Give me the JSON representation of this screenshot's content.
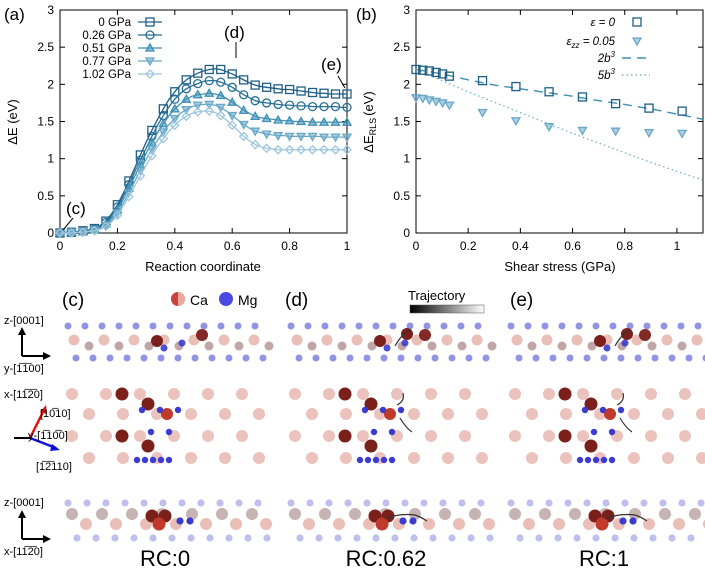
{
  "panels": {
    "a": "(a)",
    "b": "(b)",
    "c": "(c)",
    "d": "(d)",
    "e": "(e)"
  },
  "colors": {
    "s0": "#1f5f86",
    "s1": "#256f97",
    "s2": "#3f8fb5",
    "s3": "#6aa8c8",
    "s4": "#9ec6dd",
    "ca_dark": "#7a1f1a",
    "ca_light": "#e8b8b0",
    "mg": "#3b3bd0",
    "mg_light": "#b8b8ee"
  },
  "chart_data": [
    {
      "type": "line",
      "xlabel": "Reaction coordinate",
      "ylabel": "ΔE (eV)",
      "xlim": [
        0,
        1
      ],
      "ylim": [
        0,
        3
      ],
      "xticks": [
        "0",
        "0.2",
        "0.4",
        "0.6",
        "0.8",
        "1"
      ],
      "yticks": [
        "0",
        "0.5",
        "1",
        "1.5",
        "2",
        "2.5",
        "3"
      ],
      "legend_position": "top-left",
      "annotations": [
        {
          "label": "(c)",
          "x": 0.0,
          "y": 0.0
        },
        {
          "label": "(d)",
          "x": 0.62,
          "y": 2.2
        },
        {
          "label": "(e)",
          "x": 1.0,
          "y": 1.87
        }
      ],
      "x": [
        0,
        0.02,
        0.04,
        0.06,
        0.08,
        0.1,
        0.12,
        0.14,
        0.16,
        0.18,
        0.2,
        0.22,
        0.24,
        0.26,
        0.28,
        0.3,
        0.32,
        0.34,
        0.36,
        0.38,
        0.4,
        0.42,
        0.44,
        0.46,
        0.48,
        0.5,
        0.52,
        0.54,
        0.56,
        0.58,
        0.6,
        0.62,
        0.64,
        0.66,
        0.68,
        0.7,
        0.72,
        0.74,
        0.76,
        0.78,
        0.8,
        0.82,
        0.84,
        0.86,
        0.88,
        0.9,
        0.92,
        0.94,
        0.96,
        0.98,
        1.0
      ],
      "series": [
        {
          "name": "0 GPa",
          "marker": "square",
          "values": [
            0,
            0.01,
            0.01,
            0.02,
            0.03,
            0.04,
            0.06,
            0.1,
            0.16,
            0.26,
            0.38,
            0.53,
            0.7,
            0.87,
            1.05,
            1.22,
            1.38,
            1.53,
            1.67,
            1.8,
            1.9,
            1.99,
            2.06,
            2.11,
            2.15,
            2.18,
            2.2,
            2.21,
            2.2,
            2.17,
            2.14,
            2.1,
            2.06,
            2.02,
            1.99,
            1.97,
            1.96,
            1.95,
            1.94,
            1.93,
            1.93,
            1.92,
            1.91,
            1.9,
            1.89,
            1.88,
            1.88,
            1.87,
            1.87,
            1.87,
            1.87
          ]
        },
        {
          "name": "0.26 GPa",
          "marker": "circle",
          "values": [
            0,
            0.01,
            0.01,
            0.02,
            0.02,
            0.03,
            0.05,
            0.08,
            0.14,
            0.23,
            0.35,
            0.49,
            0.65,
            0.82,
            0.98,
            1.14,
            1.3,
            1.45,
            1.58,
            1.7,
            1.8,
            1.88,
            1.94,
            1.98,
            2.01,
            2.04,
            2.05,
            2.05,
            2.03,
            2.0,
            1.96,
            1.91,
            1.86,
            1.82,
            1.78,
            1.76,
            1.75,
            1.74,
            1.73,
            1.72,
            1.72,
            1.71,
            1.71,
            1.71,
            1.7,
            1.7,
            1.7,
            1.7,
            1.7,
            1.69,
            1.69
          ]
        },
        {
          "name": "0.51 GPa",
          "marker": "triangle-up",
          "values": [
            0,
            0.01,
            0.01,
            0.01,
            0.02,
            0.03,
            0.04,
            0.07,
            0.12,
            0.2,
            0.31,
            0.45,
            0.6,
            0.76,
            0.92,
            1.07,
            1.22,
            1.35,
            1.47,
            1.58,
            1.67,
            1.74,
            1.8,
            1.84,
            1.86,
            1.87,
            1.88,
            1.87,
            1.85,
            1.81,
            1.76,
            1.71,
            1.65,
            1.61,
            1.57,
            1.55,
            1.54,
            1.53,
            1.52,
            1.51,
            1.51,
            1.5,
            1.5,
            1.5,
            1.49,
            1.49,
            1.49,
            1.49,
            1.49,
            1.49,
            1.49
          ]
        },
        {
          "name": "0.77 GPa",
          "marker": "triangle-down",
          "values": [
            0,
            0.0,
            0.01,
            0.01,
            0.02,
            0.02,
            0.04,
            0.06,
            0.1,
            0.17,
            0.27,
            0.4,
            0.54,
            0.69,
            0.85,
            0.99,
            1.13,
            1.25,
            1.36,
            1.46,
            1.54,
            1.61,
            1.66,
            1.7,
            1.72,
            1.73,
            1.73,
            1.72,
            1.69,
            1.64,
            1.58,
            1.52,
            1.46,
            1.41,
            1.37,
            1.35,
            1.33,
            1.32,
            1.31,
            1.31,
            1.3,
            1.3,
            1.3,
            1.3,
            1.3,
            1.3,
            1.29,
            1.29,
            1.29,
            1.29,
            1.29
          ]
        },
        {
          "name": "1.02 GPa",
          "marker": "diamond",
          "values": [
            0,
            0.0,
            0.0,
            0.01,
            0.01,
            0.02,
            0.03,
            0.05,
            0.09,
            0.15,
            0.24,
            0.36,
            0.49,
            0.63,
            0.77,
            0.91,
            1.04,
            1.16,
            1.27,
            1.37,
            1.45,
            1.52,
            1.57,
            1.61,
            1.63,
            1.64,
            1.64,
            1.62,
            1.58,
            1.52,
            1.45,
            1.38,
            1.3,
            1.24,
            1.19,
            1.16,
            1.14,
            1.13,
            1.12,
            1.12,
            1.12,
            1.12,
            1.12,
            1.12,
            1.12,
            1.12,
            1.12,
            1.12,
            1.12,
            1.12,
            1.12
          ]
        }
      ]
    },
    {
      "type": "scatter",
      "xlabel": "Shear stress (GPa)",
      "ylabel": "ΔE",
      "ylabel_sub": "RLS",
      "ylabel_unit": "(eV)",
      "xlim": [
        0,
        1.1
      ],
      "ylim": [
        0,
        3
      ],
      "xticks": [
        "0",
        "0.2",
        "0.4",
        "0.6",
        "0.8",
        "1"
      ],
      "yticks": [
        "0",
        "0.5",
        "1",
        "1.5",
        "2",
        "2.5",
        "3"
      ],
      "legend_position": "top-right",
      "series": [
        {
          "name": "ε = 0",
          "marker": "square",
          "x": [
            0,
            0.026,
            0.051,
            0.077,
            0.102,
            0.128,
            0.255,
            0.383,
            0.51,
            0.638,
            0.765,
            0.893,
            1.02
          ],
          "y": [
            2.2,
            2.19,
            2.18,
            2.16,
            2.14,
            2.11,
            2.05,
            1.97,
            1.9,
            1.83,
            1.74,
            1.68,
            1.64
          ]
        },
        {
          "name": "ε",
          "name_sub": "zz",
          "name_suffix": " = 0.05",
          "marker": "triangle-down",
          "x": [
            0,
            0.026,
            0.051,
            0.077,
            0.102,
            0.128,
            0.255,
            0.383,
            0.51,
            0.638,
            0.765,
            0.893,
            1.02
          ],
          "y": [
            1.82,
            1.81,
            1.79,
            1.77,
            1.75,
            1.72,
            1.62,
            1.51,
            1.43,
            1.38,
            1.37,
            1.35,
            1.34
          ]
        },
        {
          "name": "2b",
          "name_sup": "3",
          "style": "dashed",
          "fit": "2b3",
          "x": [
            0,
            0.1,
            0.2,
            0.3,
            0.4,
            0.5,
            0.6,
            0.7,
            0.8,
            0.9,
            1.0,
            1.1
          ],
          "y": [
            2.2,
            2.14,
            2.06,
            1.99,
            1.94,
            1.89,
            1.84,
            1.78,
            1.73,
            1.67,
            1.6,
            1.53
          ]
        },
        {
          "name": "5b",
          "name_sup": "3",
          "style": "dotted",
          "fit": "5b3",
          "x": [
            0,
            0.1,
            0.2,
            0.3,
            0.4,
            0.5,
            0.6,
            0.7,
            0.8,
            0.9,
            1.0,
            1.1
          ],
          "y": [
            2.2,
            2.05,
            1.9,
            1.76,
            1.62,
            1.48,
            1.34,
            1.21,
            1.08,
            0.95,
            0.83,
            0.71
          ]
        }
      ]
    }
  ],
  "atom_legend": {
    "ca": "Ca",
    "mg": "Mg",
    "trajectory": "Trajectory"
  },
  "axes_labels": {
    "top_up": "z-[0001]",
    "top_right": "y-[1̅1̅00]",
    "mid_up": "x-[11̅2̅0]",
    "mid_a": "[10̅10]",
    "mid_b": "y-[1̅10̅0]",
    "mid_c": "[1̅2̅110]",
    "bot_up": "z-[0001]",
    "bot_right": "x-[11̅2̅0]"
  },
  "rc_labels": [
    "RC:0",
    "RC:0.62",
    "RC:1"
  ]
}
